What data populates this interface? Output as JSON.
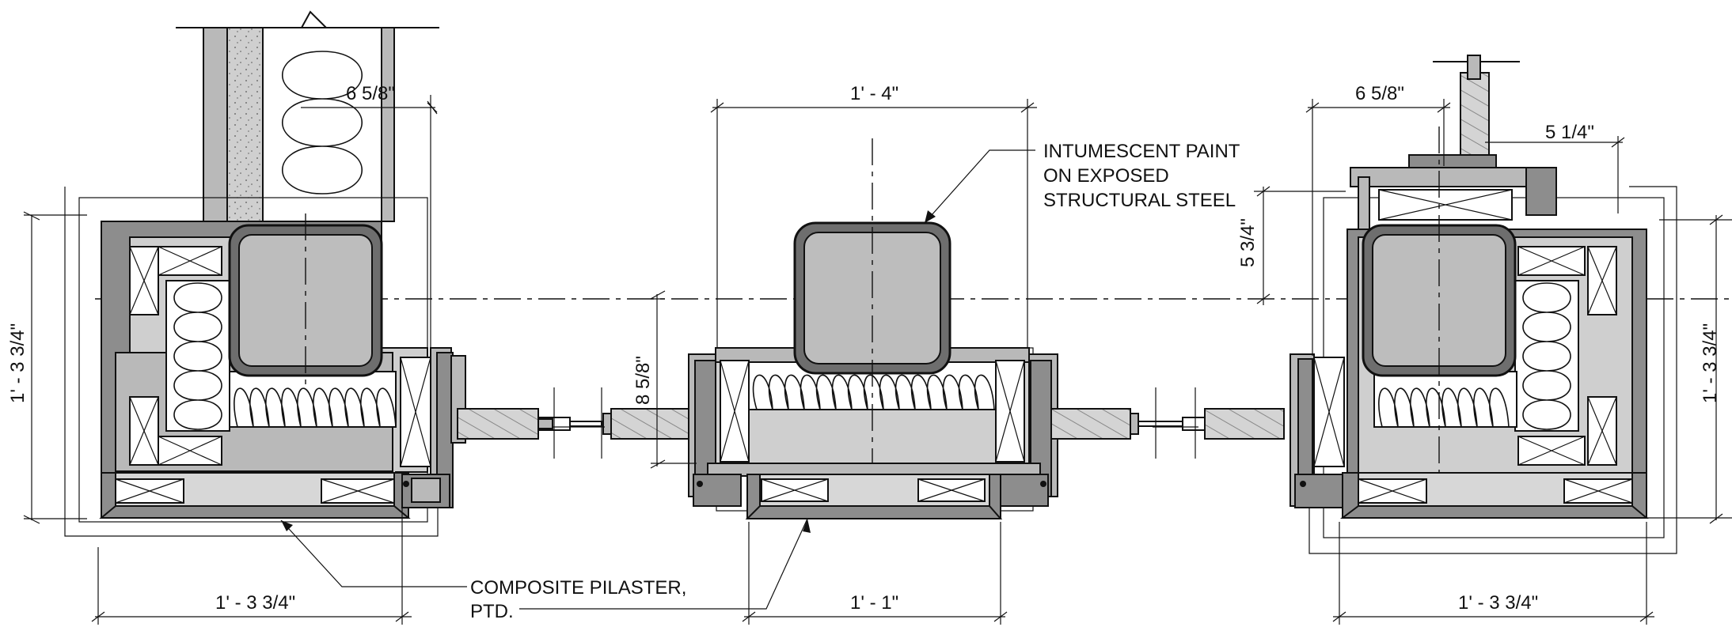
{
  "annotations": {
    "dims": {
      "left_top": "6 5/8\"",
      "left_vertical": "1' - 3 3/4\"",
      "left_bottom": "1' - 3 3/4\"",
      "mid_top": "1' - 4\"",
      "mid_vertical": "8 5/8\"",
      "mid_bottom": "1' - 1\"",
      "right_top_a": "6 5/8\"",
      "right_top_b": "5 1/4\"",
      "right_vertical_small": "5 3/4\"",
      "right_vertical": "1' - 3 3/4\"",
      "right_bottom": "1' - 3 3/4\""
    },
    "notes": {
      "paint_line1": "INTUMESCENT PAINT",
      "paint_line2": "ON EXPOSED",
      "paint_line3": "STRUCTURAL STEEL",
      "pilaster_line1": "COMPOSITE PILASTER,",
      "pilaster_line2": "PTD."
    }
  }
}
